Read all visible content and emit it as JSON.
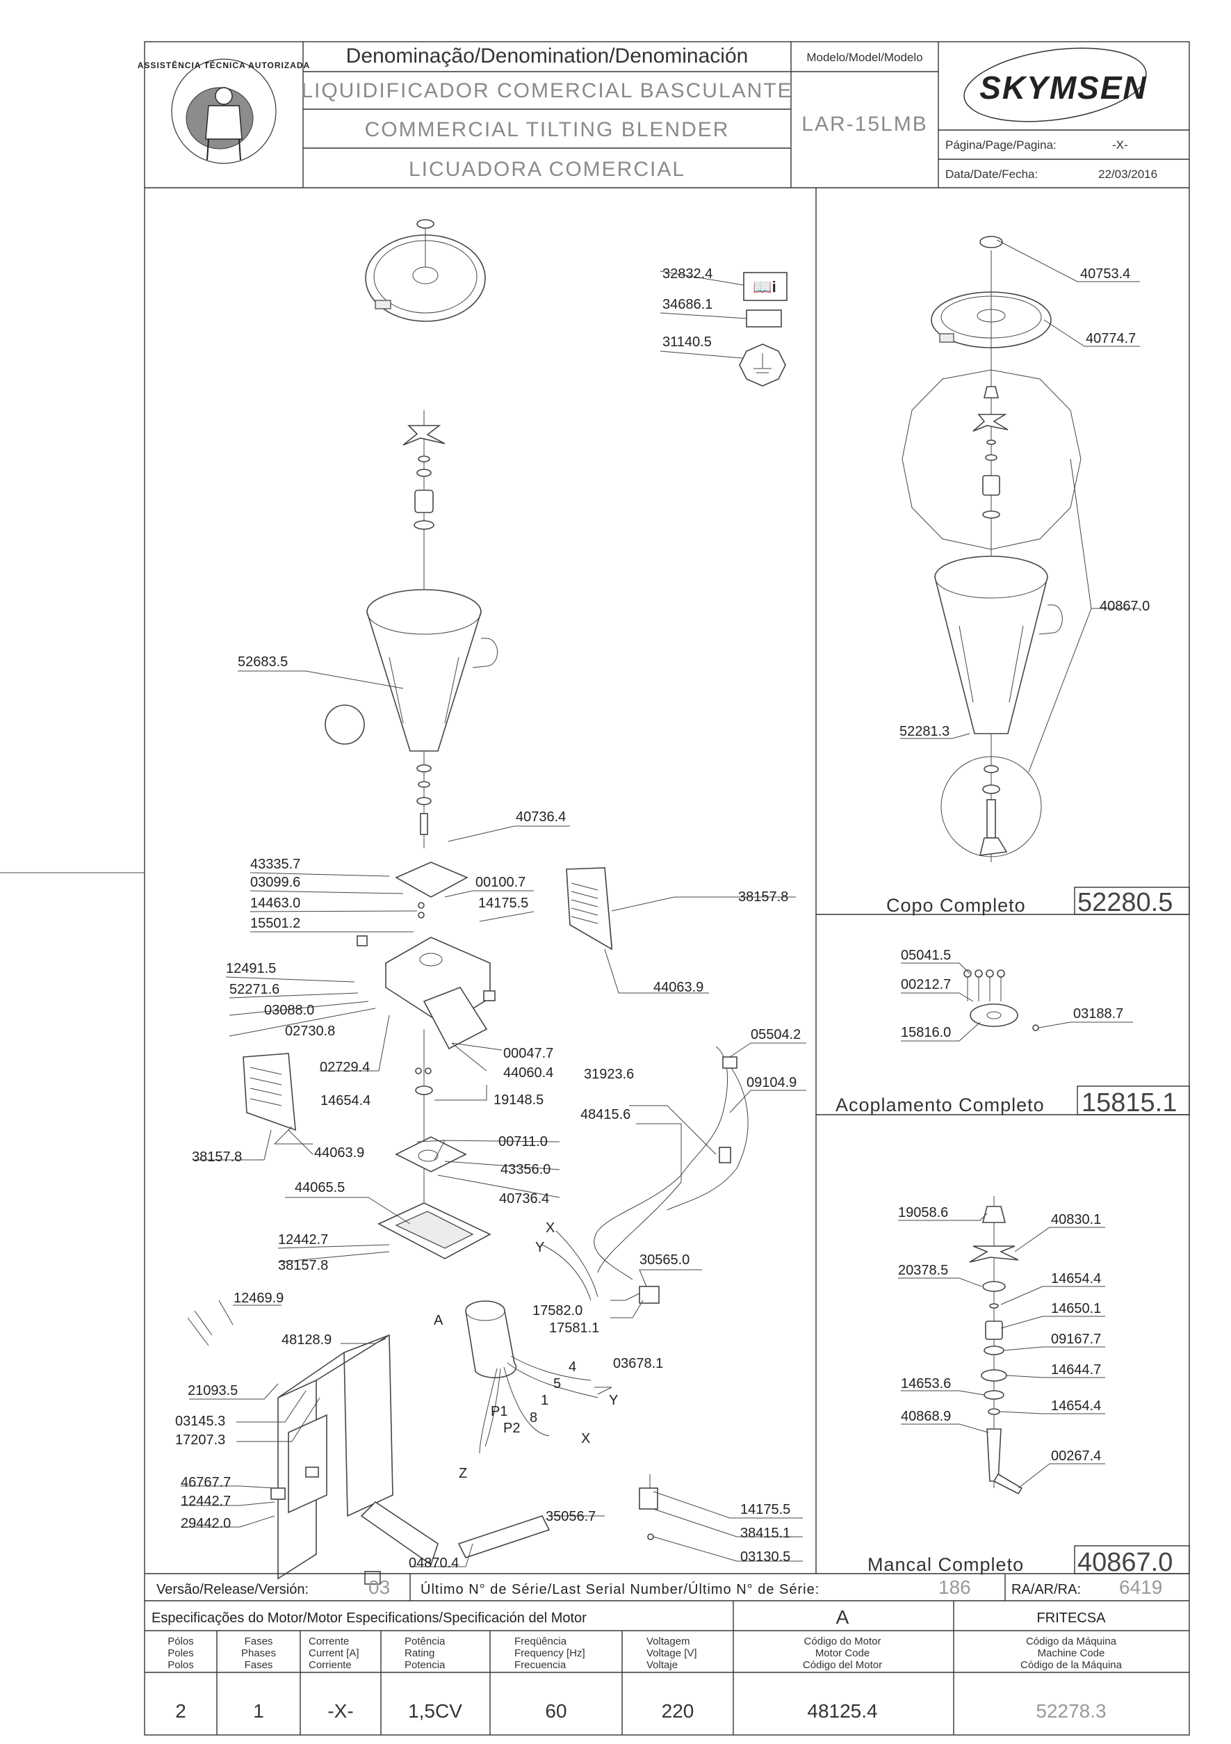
{
  "header": {
    "denomination_title": "Denominação/Denomination/Denominación",
    "name_pt": "LIQUIDIFICADOR COMERCIAL BASCULANTE",
    "name_en": "COMMERCIAL TILTING BLENDER",
    "name_es": "LICUADORA COMERCIAL",
    "model_title": "Modelo/Model/Modelo",
    "model": "LAR-15LMB",
    "page_label": "Página/Page/Pagina:",
    "page_value": "-X-",
    "date_label": "Data/Date/Fecha:",
    "date_value": "22/03/2016",
    "brand": "SKYMSEN",
    "seal_text": "ASSISTÊNCIA TÉCNICA AUTORIZADA"
  },
  "parts_main": {
    "accessories": [
      "32832.4",
      "34686.1",
      "31140.5"
    ],
    "cup": "52683.5",
    "base": [
      "40736.4",
      "43335.7",
      "03099.6",
      "00100.7",
      "14463.0",
      "14175.5",
      "15501.2",
      "12491.5",
      "52271.6",
      "03088.0",
      "02730.8",
      "02729.4",
      "00047.7",
      "44060.4",
      "19148.5",
      "14654.4",
      "00711.0",
      "43356.0",
      "40736.4",
      "44065.5",
      "12442.7",
      "38157.8"
    ],
    "side_covers": [
      "38157.8",
      "44063.9",
      "38157.8",
      "44063.9"
    ],
    "electrical": [
      "05504.2",
      "31923.6",
      "09104.9",
      "48415.6",
      "30565.0",
      "17582.0",
      "17581.1",
      "03678.1"
    ],
    "stand": [
      "12469.9",
      "48128.9",
      "21093.5",
      "03145.3",
      "17207.3",
      "46767.7",
      "12442.7",
      "29442.0",
      "35056.7",
      "04870.4",
      "14175.5",
      "38415.1",
      "03130.5"
    ],
    "wire_labels": [
      "X",
      "Y",
      "A",
      "4",
      "5",
      "1",
      "8",
      "P1",
      "P2",
      "Z",
      "Y",
      "X"
    ]
  },
  "copo": {
    "labels": [
      "40753.4",
      "40774.7",
      "40867.0",
      "52281.3"
    ],
    "title": "Copo Completo",
    "code": "52280.5"
  },
  "acoplamento": {
    "labels": [
      "05041.5",
      "00212.7",
      "03188.7",
      "15816.0"
    ],
    "title": "Acoplamento Completo",
    "code": "15815.1"
  },
  "mancal": {
    "labels": [
      "19058.6",
      "40830.1",
      "20378.5",
      "14654.4",
      "14650.1",
      "09167.7",
      "14644.7",
      "14653.6",
      "14654.4",
      "40868.9",
      "00267.4"
    ],
    "title": "Mancal Completo",
    "code": "40867.0"
  },
  "release": {
    "version_label": "Versão/Release/Versión:",
    "version_value": "03",
    "serial_label": "Último N° de Série/Last Serial Number/Último N° de Série:",
    "serial_value": "186",
    "ra_label": "RA/AR/RA:",
    "ra_value": "6419"
  },
  "motor": {
    "title": "Especificações do Motor/Motor Especifications/Specificación del Motor",
    "motor_letter": "A",
    "maker": "FRITECSA",
    "headers": [
      [
        "Pólos",
        "Poles",
        "Polos"
      ],
      [
        "Fases",
        "Phases",
        "Fases"
      ],
      [
        "Corrente",
        "Current [A]",
        "Corriente"
      ],
      [
        "Potência",
        "Rating",
        "Potencia"
      ],
      [
        "Freqüência",
        "Frequency [Hz]",
        "Frecuencia"
      ],
      [
        "Voltagem",
        "Voltage [V]",
        "Voltaje"
      ],
      [
        "Código do Motor",
        "Motor Code",
        "Código del Motor"
      ],
      [
        "Código da Máquina",
        "Machine Code",
        "Código de la Máquina"
      ]
    ],
    "values": [
      "2",
      "1",
      "-X-",
      "1,5CV",
      "60",
      "220",
      "48125.4",
      "52278.3"
    ]
  }
}
